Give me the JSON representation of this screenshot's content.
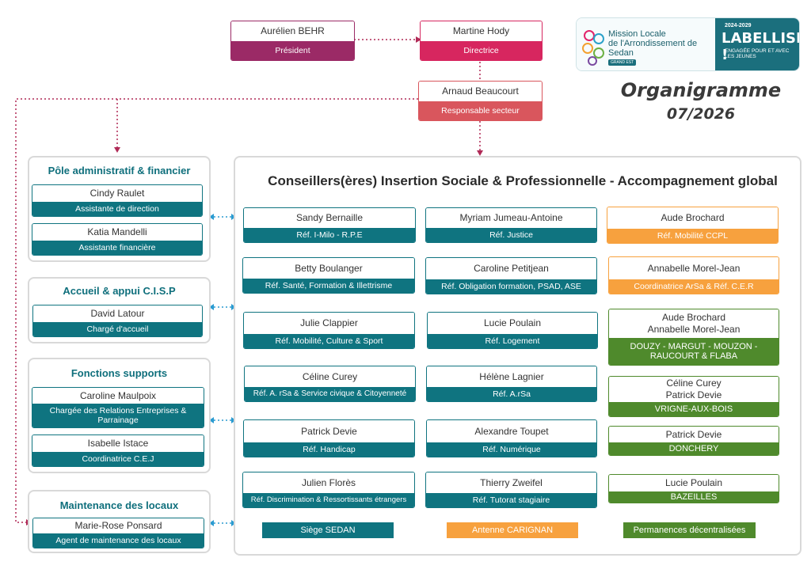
{
  "top": {
    "president": {
      "name": "Aurélien BEHR",
      "role": "Président",
      "color": "#9b2a66"
    },
    "directrice": {
      "name": "Martine Hody",
      "role": "Directrice",
      "color": "#d7265f"
    },
    "responsable": {
      "name": "Arnaud Beaucourt",
      "role": "Responsable secteur",
      "color": "#d9565d"
    }
  },
  "logo": {
    "line1": "Mission Locale",
    "line2": "de l'Arrondissement de Sedan",
    "badge": "GRAND EST",
    "years": "2024-2029",
    "label": "LABELLISÉE !",
    "sub1": "ENGAGÉE POUR ET AVEC",
    "sub2": "LES JEUNES"
  },
  "org": {
    "title": "Organigramme",
    "date": "07/2026"
  },
  "left": {
    "admin": {
      "title": "Pôle administratif & financier",
      "items": [
        {
          "name": "Cindy Raulet",
          "role": "Assistante de direction"
        },
        {
          "name": "Katia Mandelli",
          "role": "Assistante financière"
        }
      ]
    },
    "accueil": {
      "title": "Accueil & appui C.I.S.P",
      "items": [
        {
          "name": "David Latour",
          "role": "Chargé d'accueil"
        }
      ]
    },
    "supports": {
      "title": "Fonctions supports",
      "items": [
        {
          "name": "Caroline Maulpoix",
          "role": "Chargée des Relations Entreprises & Parrainage"
        },
        {
          "name": "Isabelle Istace",
          "role": "Coordinatrice C.E.J"
        }
      ]
    },
    "maintenance": {
      "title": "Maintenance des locaux",
      "items": [
        {
          "name": "Marie-Rose Ponsard",
          "role": "Agent de maintenance des locaux"
        }
      ]
    }
  },
  "main": {
    "title": "Conseillers(ères) Insertion Sociale & Professionnelle - Accompagnement global",
    "col1": [
      {
        "name": "Sandy Bernaille",
        "role": "Réf. I-Milo - R.P.E"
      },
      {
        "name": "Betty Boulanger",
        "role": "Réf. Santé, Formation & Illettrisme"
      },
      {
        "name": "Julie Clappier",
        "role": "Réf. Mobilité, Culture & Sport"
      },
      {
        "name": "Céline Curey",
        "role": "Réf. A. rSa & Service civique & Citoyenneté"
      },
      {
        "name": "Patrick Devie",
        "role": "Réf. Handicap"
      },
      {
        "name": "Julien Florès",
        "role": "Réf. Discrimination & Ressortissants étrangers"
      }
    ],
    "col2": [
      {
        "name": "Myriam Jumeau-Antoine",
        "role": "Réf. Justice"
      },
      {
        "name": "Caroline Petitjean",
        "role": "Réf. Obligation formation, PSAD, ASE"
      },
      {
        "name": "Lucie Poulain",
        "role": "Réf. Logement"
      },
      {
        "name": "Hélène Lagnier",
        "role": "Réf. A.rSa"
      },
      {
        "name": "Alexandre Toupet",
        "role": "Réf. Numérique"
      },
      {
        "name": "Thierry Zweifel",
        "role": "Réf. Tutorat stagiaire"
      }
    ],
    "col3_orange": [
      {
        "name": "Aude Brochard",
        "role": "Réf. Mobilité CCPL"
      },
      {
        "name": "Annabelle Morel-Jean",
        "role": "Coordinatrice ArSa & Réf. C.E.R"
      }
    ],
    "col3_green": [
      {
        "name1": "Aude Brochard",
        "name2": "Annabelle Morel-Jean",
        "role": "DOUZY - MARGUT - MOUZON - RAUCOURT & FLABA"
      },
      {
        "name1": "Céline Curey",
        "name2": "Patrick Devie",
        "role": "VRIGNE-AUX-BOIS"
      },
      {
        "name1": "Patrick Devie",
        "role": "DONCHERY"
      },
      {
        "name1": "Lucie Poulain",
        "role": "BAZEILLES"
      }
    ]
  },
  "legend": {
    "sedan": {
      "label": "Siège SEDAN",
      "color": "#0f7480"
    },
    "carignan": {
      "label": "Antenne CARIGNAN",
      "color": "#f7a13e"
    },
    "perm": {
      "label": "Permanences décentralisées",
      "color": "#4f8a2c"
    }
  }
}
